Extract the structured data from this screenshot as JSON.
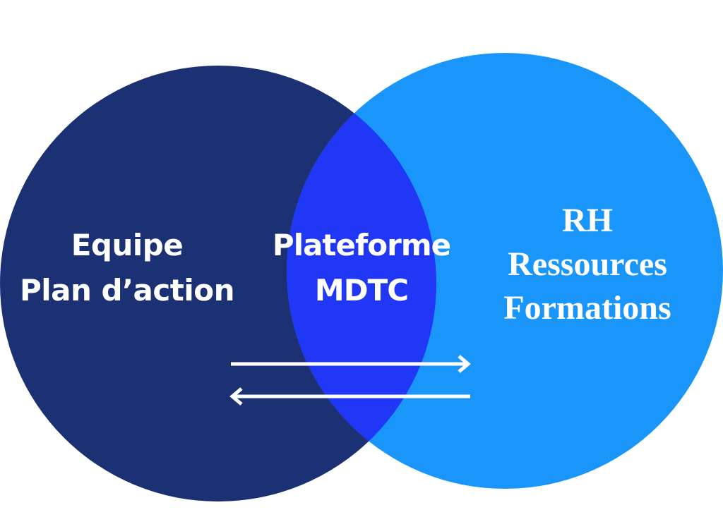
{
  "diagram": {
    "left_circle": {
      "color": "#1B3174",
      "lines": [
        "Equipe",
        "Plan d’action"
      ]
    },
    "right_circle": {
      "color": "#1A96FA",
      "lines": [
        "RH",
        "Ressources",
        "Formations"
      ]
    },
    "intersection": {
      "color": "#2037F6",
      "lines": [
        "Plateforme",
        "MDTC"
      ]
    },
    "arrows": [
      {
        "direction": "right",
        "color": "#ffffff"
      },
      {
        "direction": "left",
        "color": "#ffffff"
      }
    ]
  }
}
